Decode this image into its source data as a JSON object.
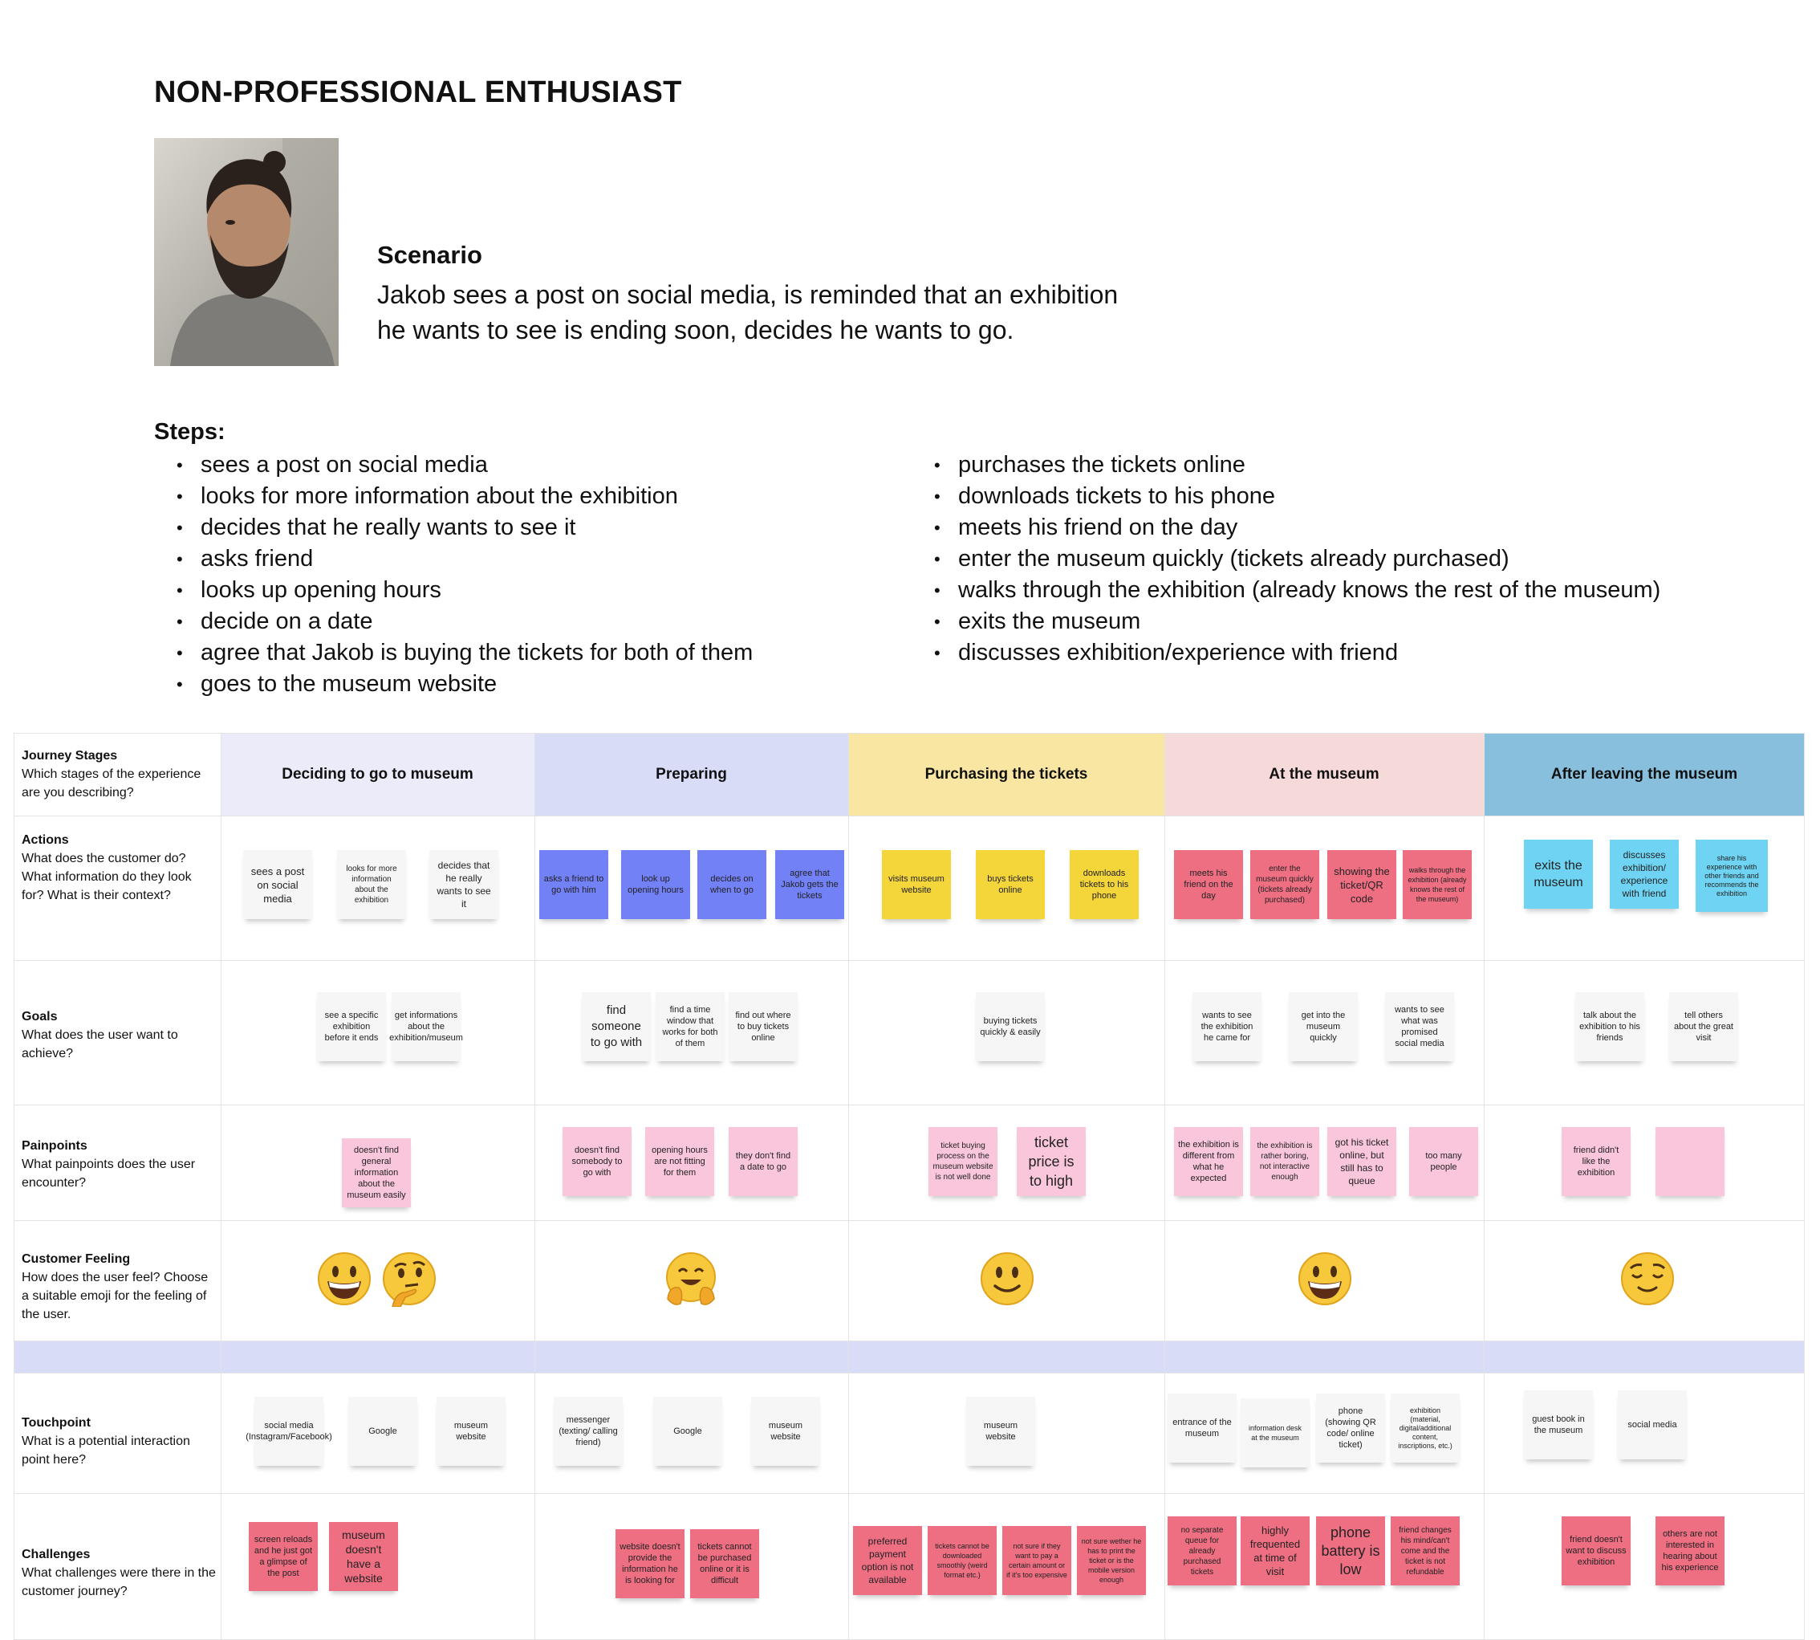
{
  "title": "NON-PROFESSIONAL ENTHUSIAST",
  "scenario": {
    "heading": "Scenario",
    "line1": "Jakob sees a post on social media, is reminded that an exhibition",
    "line2": "he wants to see is ending soon, decides he wants to go."
  },
  "steps": {
    "heading": "Steps:",
    "left": [
      "sees a post on social media",
      "looks for more information about the exhibition",
      "decides that he really wants to see it",
      "asks friend",
      "looks up opening hours",
      "decide on a date",
      "agree that Jakob is buying the tickets for both of them",
      "goes to the museum website"
    ],
    "right": [
      "purchases the tickets online",
      "downloads tickets to his phone",
      "meets his friend on the day",
      "enter the museum quickly (tickets already purchased)",
      "walks through the exhibition (already knows the rest of the museum)",
      "exits the museum",
      "discusses exhibition/experience with friend"
    ]
  },
  "rows": {
    "stages": {
      "title": "Journey Stages",
      "desc": "Which stages of the experience are you describing?"
    },
    "actions": {
      "title": "Actions",
      "desc": "What does the customer do? What information do they look for? What is their context?"
    },
    "goals": {
      "title": "Goals",
      "desc": "What does the user want to achieve?"
    },
    "painpoints": {
      "title": "Painpoints",
      "desc": "What painpoints does the user encounter?"
    },
    "feeling": {
      "title": "Customer Feeling",
      "desc": "How does the user feel? Choose a suitable emoji for the feeling of the user."
    },
    "touchpoint": {
      "title": "Touchpoint",
      "desc": "What is a potential interaction point here?"
    },
    "challenges": {
      "title": "Challenges",
      "desc": "What challenges were there in the customer journey?"
    }
  },
  "stages": [
    {
      "label": "Deciding to go to museum",
      "color": "#ebebfa"
    },
    {
      "label": "Preparing",
      "color": "#d8dcf7"
    },
    {
      "label": "Purchasing the tickets",
      "color": "#f9e6a3"
    },
    {
      "label": "At the museum",
      "color": "#f6d9d9"
    },
    {
      "label": "After leaving the museum",
      "color": "#88bfdc"
    }
  ],
  "notes": {
    "actions": [
      "sees a post on social media",
      "looks for more information about the exhibition",
      "decides that he really wants to see it",
      "asks a friend to go with him",
      "look up opening hours",
      "decides on when to go",
      "agree that Jakob gets the tickets",
      "visits museum website",
      "buys tickets online",
      "downloads tickets to his phone",
      "meets his friend on the day",
      "enter the museum quickly (tickets already purchased)",
      "showing the ticket/QR code",
      "walks through the exhibition (already knows the rest of the museum)",
      "exits the museum",
      "discusses exhibition/ experience with friend",
      "share his experience with other friends and recommends the exhibition"
    ],
    "goals": [
      "see a specific exhibition before it ends",
      "get informations about the exhibition/museum",
      "find someone to go with",
      "find a time window that works for both of them",
      "find out where to buy tickets online",
      "buying tickets quickly & easily",
      "wants to see the exhibition he came for",
      "get into the museum quickly",
      "wants to see what was promised social media",
      "talk about the exhibition to his friends",
      "tell others about the great visit"
    ],
    "painpoints": [
      "doesn't find general information about the museum easily",
      "doesn't find somebody to go with",
      "opening hours are not fitting for them",
      "they don't find a date to go",
      "ticket buying process on the museum website is not well done",
      "ticket price is to high",
      "the exhibition is different from what he expected",
      "the exhibition is rather boring, not interactive enough",
      "got his ticket online, but still has to queue",
      "too many people",
      "friend didn't like the exhibition",
      ""
    ],
    "touchpoint": [
      "social media (Instagram/Facebook)",
      "Google",
      "museum website",
      "messenger (texting/ calling friend)",
      "Google",
      "museum website",
      "museum website",
      "entrance of the museum",
      "information desk at the museum",
      "phone (showing QR code/ online ticket)",
      "exhibition (material, digital/additional content, inscriptions, etc.)",
      "guest book in the museum",
      "social media"
    ],
    "challenges": [
      "screen reloads and he just got a glimpse of the post",
      "museum doesn't have a website",
      "website doesn't provide the information he is looking for",
      "tickets cannot be purchased online or it is difficult",
      "preferred payment option is not available",
      "tickets cannot be downloaded smoothly (weird format etc.)",
      "not sure if they want to pay a certain amount or if it's too expensive",
      "not sure wether he has to print the ticket or is the mobile version enough",
      "no separate queue for already purchased tickets",
      "highly frequented at time of visit",
      "phone battery is low",
      "friend changes his mind/can't come and the ticket is not refundable",
      "friend doesn't want to discuss exhibition",
      "others are not interested in hearing about his experience"
    ]
  },
  "feelings": [
    "grinning-face",
    "thinking-face",
    "hugging-face",
    "slightly-smiling-face",
    "grinning-face",
    "relieved-face"
  ]
}
